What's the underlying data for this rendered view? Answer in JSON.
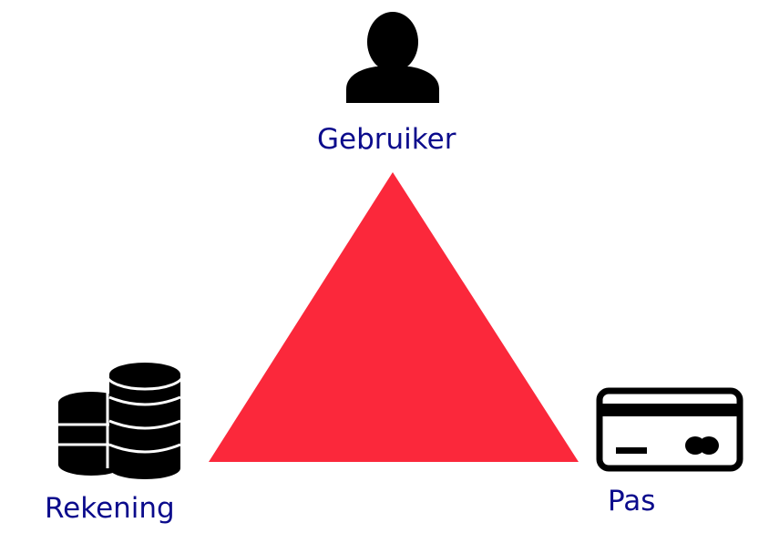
{
  "colors": {
    "triangle": "#fb283b",
    "label_text": "#0b0b8c",
    "icon": "#000000"
  },
  "nodes": {
    "user": {
      "label": "Gebruiker",
      "icon": "user-icon"
    },
    "account": {
      "label": "Rekening",
      "icon": "coins-stack-icon"
    },
    "card": {
      "label": "Pas",
      "icon": "credit-card-icon"
    }
  }
}
